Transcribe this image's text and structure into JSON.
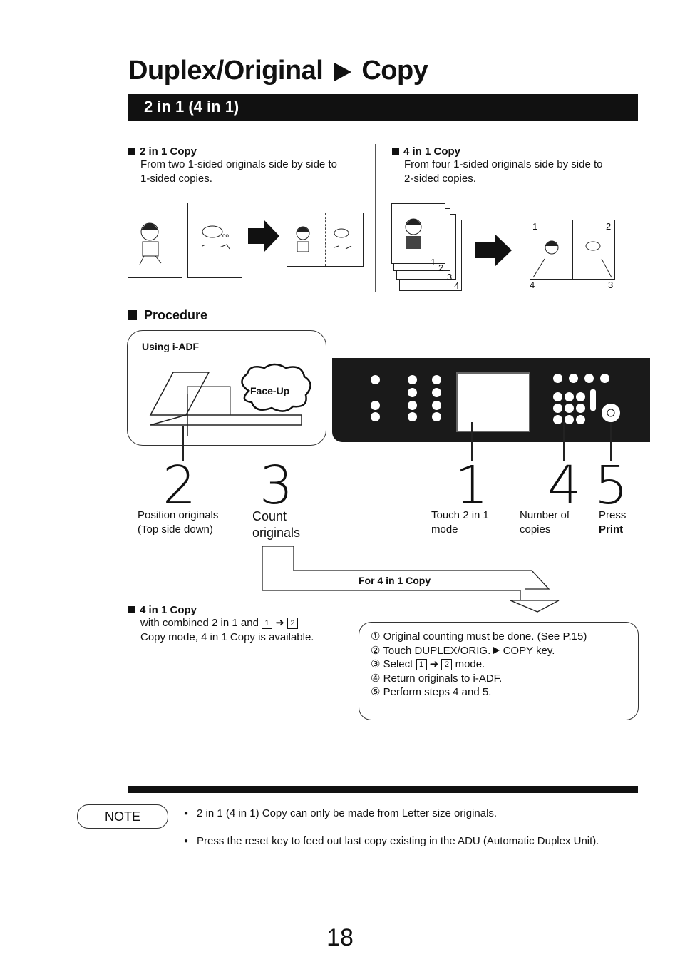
{
  "header": {
    "title_left": "Duplex/Original",
    "title_right": "Copy",
    "section_bar": "2 in 1 (4 in 1)"
  },
  "two_in_one": {
    "heading": "2 in 1 Copy",
    "line1": "From two 1-sided originals side by side to",
    "line2": "1-sided copies."
  },
  "four_in_one": {
    "heading": "4 in 1 Copy",
    "line1": "From four 1-sided originals side by side to",
    "line2": "2-sided copies.",
    "page_labels": [
      "1",
      "2",
      "3",
      "4"
    ],
    "result_labels": [
      "1",
      "2",
      "4",
      "3"
    ]
  },
  "procedure": {
    "heading": "Procedure",
    "adf_label": "Using i-ADF",
    "face_up": "Face-Up",
    "steps": [
      {
        "num": "2",
        "line1": "Position originals",
        "line2": "(Top side down)"
      },
      {
        "num": "3",
        "line1": "Count",
        "line2": "originals"
      },
      {
        "num": "1",
        "line1": "Touch 2 in 1",
        "line2": "mode"
      },
      {
        "num": "4",
        "line1": "Number of",
        "line2": "copies"
      },
      {
        "num": "5",
        "line1": "Press",
        "line2": "Print"
      }
    ]
  },
  "four_in_one_flow": {
    "label": "For 4 in 1 Copy",
    "heading": "4 in 1 Copy",
    "desc1_pre": "with combined 2 in 1 and",
    "box1": "1",
    "box2": "2",
    "desc2": "Copy mode, 4 in 1 Copy is available.",
    "items": [
      {
        "n": "①",
        "text": "Original counting must be done. (See P.15)"
      },
      {
        "n": "②",
        "text_pre": "Touch DUPLEX/ORIG.",
        "text_post": "COPY key."
      },
      {
        "n": "③",
        "text_pre": "Select",
        "box1": "1",
        "box2": "2",
        "text_post": "mode."
      },
      {
        "n": "④",
        "text": "Return originals to i-ADF."
      },
      {
        "n": "⑤",
        "text": "Perform steps 4 and 5."
      }
    ]
  },
  "note": {
    "label": "NOTE",
    "items": [
      "2 in 1 (4 in 1) Copy can only be made from Letter size originals.",
      "Press the reset key to feed out last copy existing in the ADU (Automatic Duplex Unit)."
    ]
  },
  "page_number": "18"
}
